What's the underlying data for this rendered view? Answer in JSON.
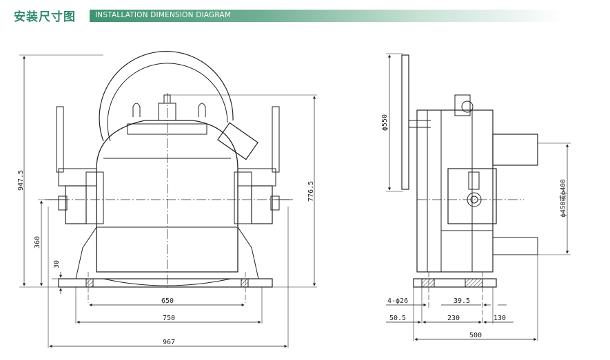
{
  "header": {
    "title_cn": "安装尺寸图",
    "title_en": "INSTALLATION DIMENSION DIAGRAM"
  },
  "front_view": {
    "dims": {
      "overall_height": "947.5",
      "height_776": "776.5",
      "axis_height": "360",
      "base_height": "30",
      "bolt_span": "650",
      "base_span": "750",
      "overall_width": "967"
    }
  },
  "side_view": {
    "dims": {
      "handwheel_dia": "ϕ550",
      "flange_dia": "ϕ450或ϕ400",
      "holes": "4-ϕ26",
      "offset_39": "39.5",
      "offset_50": "50.5",
      "span_230": "230",
      "span_130": "130",
      "overall_500": "500"
    }
  },
  "colors": {
    "accent": "#2e8b6e",
    "line": "#222222"
  }
}
